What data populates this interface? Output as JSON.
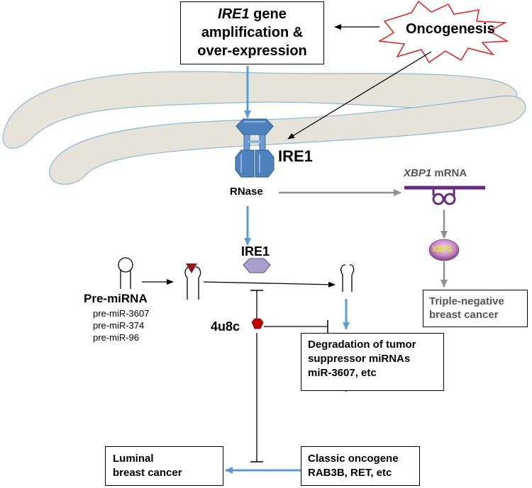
{
  "boxes": {
    "ire1_amp": {
      "italic_word": "IRE1",
      "line1_rest": " gene",
      "line2": "amplification &",
      "line3": "over-expression"
    },
    "tnbc": {
      "line1": "Triple-negative",
      "line2": "breast cancer"
    },
    "degradation": {
      "line1": "Degradation of tumor",
      "line2": "suppressor miRNAs",
      "line3": "miR-3607, etc"
    },
    "oncogene": {
      "line1": "Classic oncogene",
      "line2": "RAB3B, RET, etc"
    },
    "luminal": {
      "line1": "Luminal",
      "line2": "breast cancer"
    }
  },
  "labels": {
    "oncogenesis": "Oncogenesis",
    "ire1_top": "IRE1",
    "rnase": "RNase",
    "xbp1_mrna_italic": "XBP1",
    "xbp1_mrna_rest": " mRNA",
    "xbp1_protein": "XBP1",
    "ire1_mid": "IRE1",
    "pre_mirna": "Pre-miRNA",
    "pre_mir_list": [
      "pre-miR-3607",
      "pre-miR-374",
      "pre-miR-96"
    ],
    "inhibitor": "4u8c"
  },
  "colors": {
    "blue_arrow": "#5b9bd5",
    "gray_arrow": "#909090",
    "er_fill": "#e6e3da",
    "er_stroke": "#8fb8cf",
    "ire1_protein": "#4f81bd",
    "hexagon": "#a99fcf",
    "xbp1_purple": "#6a2a7d",
    "inhibitor_red": "#c00000",
    "star_red": "#e02020"
  }
}
